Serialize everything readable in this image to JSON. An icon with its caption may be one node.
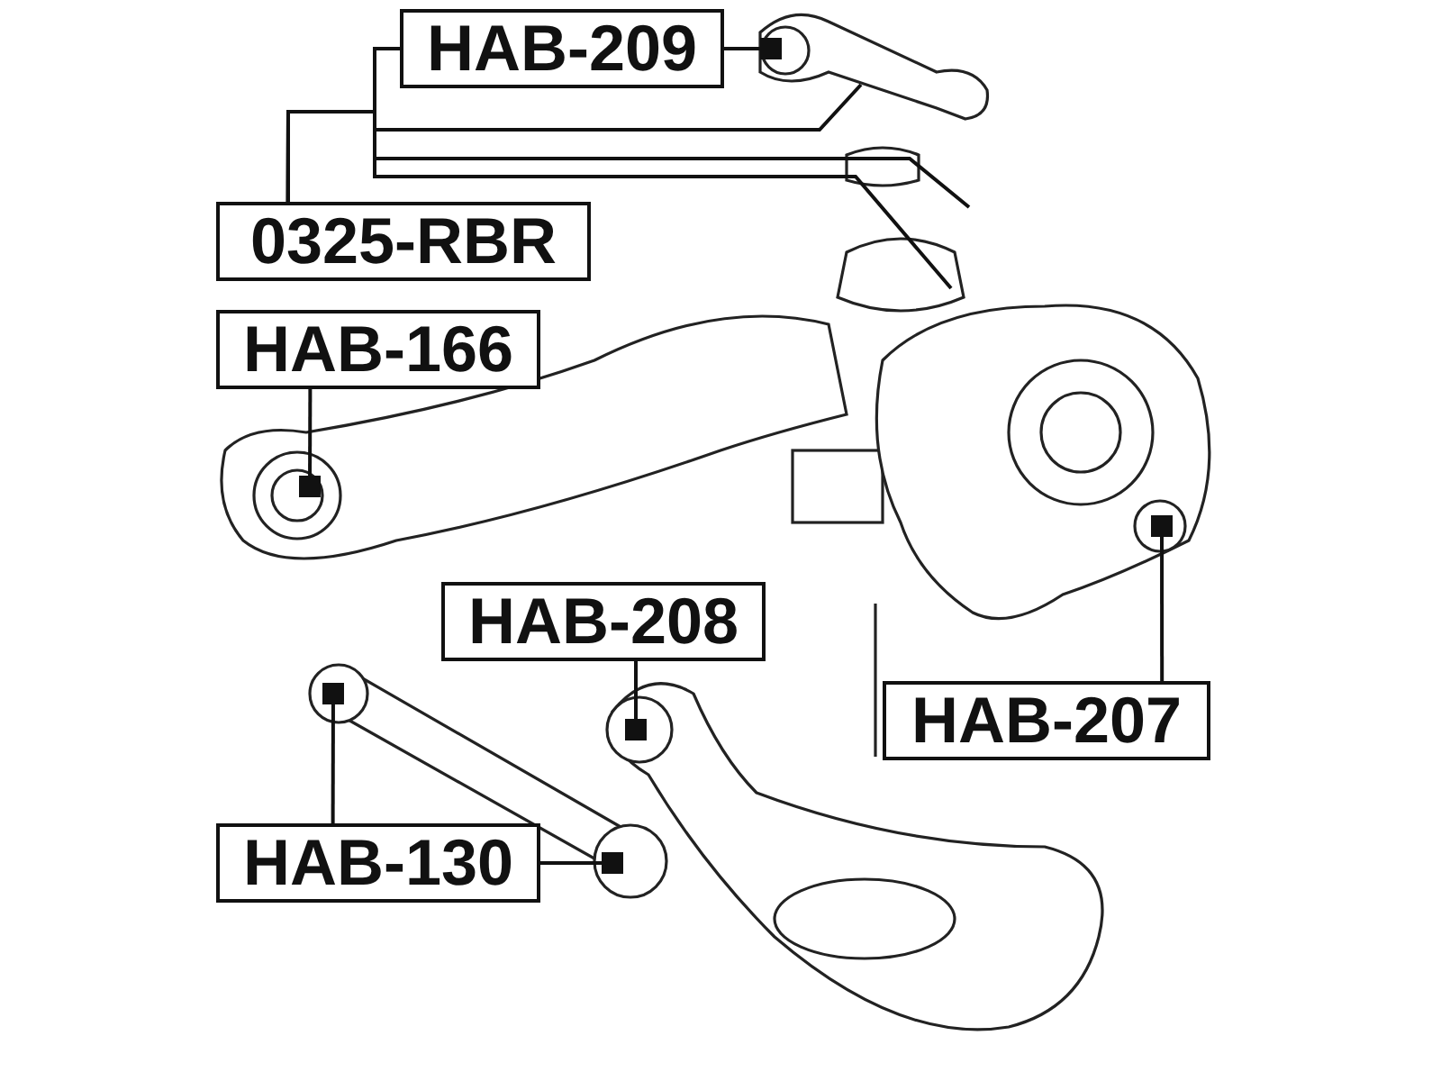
{
  "diagram": {
    "nodes": [
      {
        "text": [
          "HAB-209"
        ]
      },
      {
        "text": [
          "0325-RBR"
        ]
      },
      {
        "text": [
          "HAB-166"
        ]
      },
      {
        "text": [
          "HAB-208"
        ]
      },
      {
        "text": [
          "HAB-207"
        ]
      },
      {
        "text": [
          "HAB-130"
        ]
      }
    ],
    "edges": [
      {
        "from": 0,
        "to": null,
        "arrow": "other"
      },
      {
        "from": 1,
        "to": 0,
        "arrow": "none"
      },
      {
        "from": 1,
        "to": null,
        "arrow": "none"
      },
      {
        "from": 1,
        "to": null,
        "arrow": "none"
      },
      {
        "from": 1,
        "to": null,
        "arrow": "none"
      },
      {
        "from": 2,
        "to": null,
        "arrow": "other"
      },
      {
        "from": 3,
        "to": null,
        "arrow": "other"
      },
      {
        "from": 4,
        "to": null,
        "arrow": "other"
      },
      {
        "from": 5,
        "to": null,
        "arrow": "other"
      },
      {
        "from": 5,
        "to": null,
        "arrow": "other"
      }
    ]
  }
}
